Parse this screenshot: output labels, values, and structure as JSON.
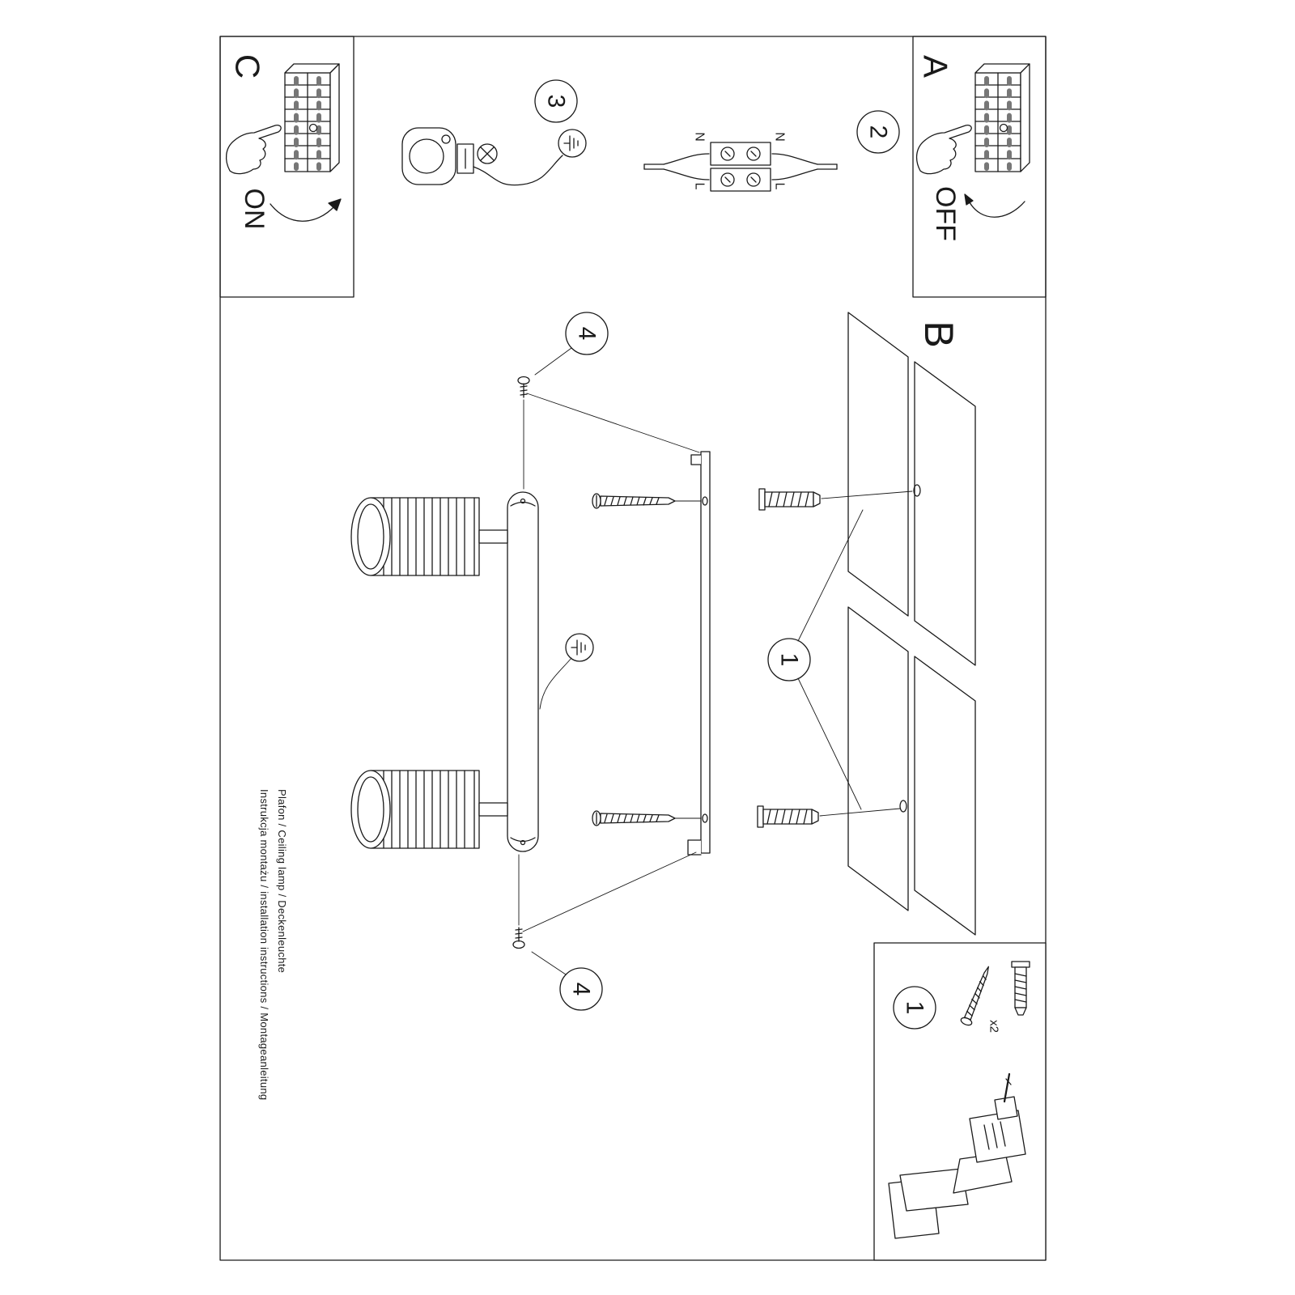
{
  "document": {
    "footer_line1": "Instrukcja montażu / installation instructions / Montageanleitung",
    "footer_line2": "Plafon / Ceiling lamp / Deckenleuchte"
  },
  "sections": {
    "a": "A",
    "b": "B",
    "c": "C"
  },
  "power": {
    "on": "ON",
    "off": "OFF"
  },
  "steps": {
    "s1": "1",
    "s2": "2",
    "s3": "3",
    "s4": "4"
  },
  "wiring": {
    "neutral": "N",
    "live": "L"
  },
  "parts": {
    "quantity": "x2"
  },
  "colors": {
    "ink": "#1a1a1a",
    "paper": "#ffffff"
  }
}
